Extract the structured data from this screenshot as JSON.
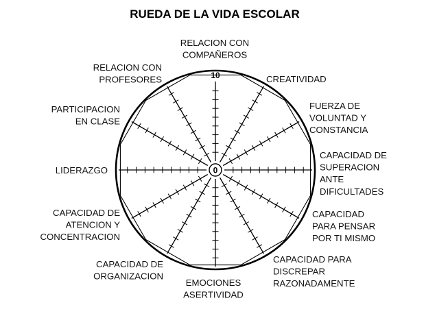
{
  "title": "RUEDA DE LA VIDA ESCOLAR",
  "scale": {
    "min": "0",
    "max": "10",
    "steps": 10
  },
  "segments": [
    {
      "id": "relacion-companeros",
      "lines": [
        "RELACION CON",
        "COMPAÑEROS"
      ]
    },
    {
      "id": "creatividad",
      "lines": [
        "CREATIVIDAD"
      ]
    },
    {
      "id": "fuerza-voluntad",
      "lines": [
        "FUERZA DE",
        "VOLUNTAD Y",
        "CONSTANCIA"
      ]
    },
    {
      "id": "capacidad-superacion",
      "lines": [
        "CAPACIDAD DE",
        "SUPERACION",
        "ANTE",
        "DIFICULTADES"
      ]
    },
    {
      "id": "capacidad-pensar",
      "lines": [
        "CAPACIDAD",
        "PARA PENSAR",
        "POR TI MISMO"
      ]
    },
    {
      "id": "capacidad-discrepar",
      "lines": [
        "CAPACIDAD PARA",
        "DISCREPAR",
        "RAZONADAMENTE"
      ]
    },
    {
      "id": "emociones-asertividad",
      "lines": [
        "EMOCIONES",
        "ASERTIVIDAD"
      ]
    },
    {
      "id": "capacidad-organizacion",
      "lines": [
        "CAPACIDAD DE",
        "ORGANIZACION"
      ]
    },
    {
      "id": "capacidad-atencion",
      "lines": [
        "CAPACIDAD DE",
        "ATENCION Y",
        "CONCENTRACION"
      ]
    },
    {
      "id": "liderazgo",
      "lines": [
        "LIDERAZGO"
      ]
    },
    {
      "id": "participacion-clase",
      "lines": [
        "PARTICIPACION",
        "EN CLASE"
      ]
    },
    {
      "id": "relacion-profesores",
      "lines": [
        "RELACION CON",
        "PROFESORES"
      ]
    }
  ]
}
